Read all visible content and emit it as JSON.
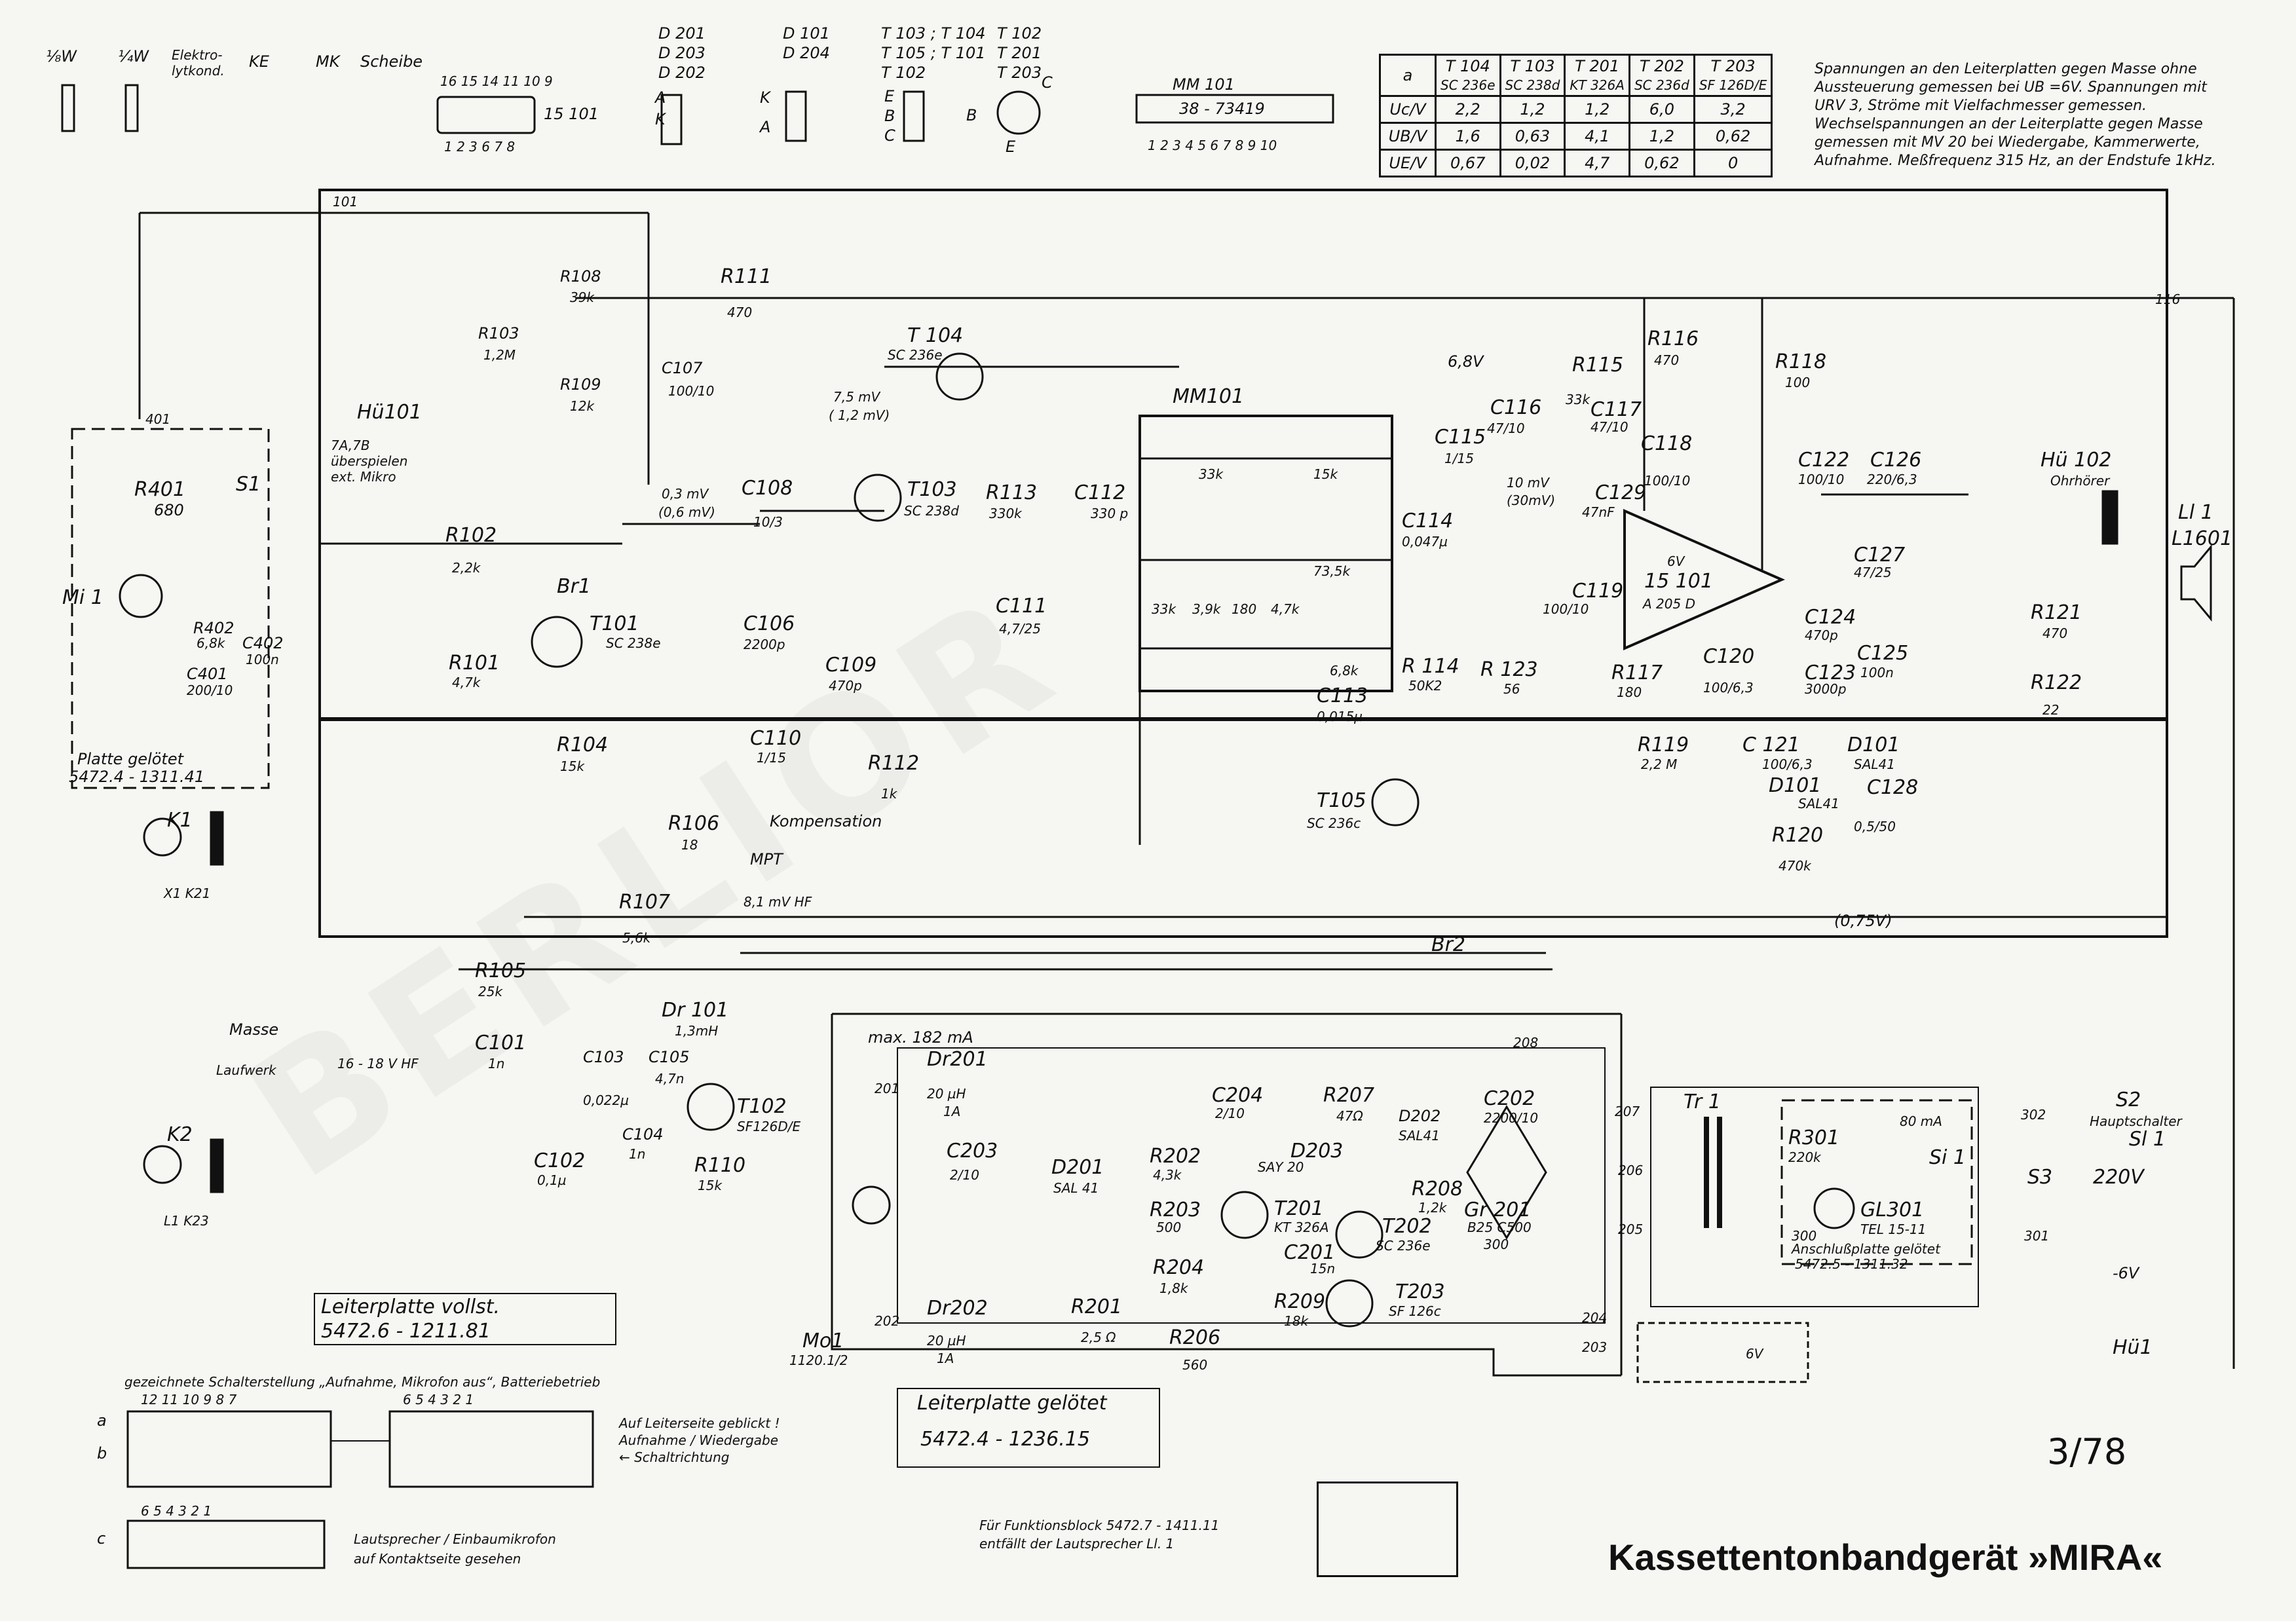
{
  "legend": {
    "w1": "⅛W",
    "w2": "¼W",
    "elko": "Elektro-\nlytkond.",
    "ke": "KE",
    "mk": "MK",
    "scheibe": "Scheibe",
    "ic_pins_top": "16 15 14  11 10 9",
    "ic_pins_bottom": "1 2 3    6 7 8",
    "ic_name": "15 101",
    "d_group1": "D 201\nD 203\nD 202",
    "d_group1_a": "A",
    "d_group1_k": "K",
    "d_group2": "D 101\nD 204",
    "d_group2_k": "K",
    "d_group2_a": "A",
    "t_group1": "T 103 ; T 104\nT 105 ; T 101\nT 102",
    "t_group1_ebc": "E\nB\nC",
    "t_group2": "T 102\nT 201\nT 203",
    "t_group2_b": "B",
    "t_group2_c": "C",
    "t_group2_e": "E",
    "mm_title": "MM 101",
    "mm_code": "38 - 73419",
    "mm_pins": "1 2 3 4 5 6 7 8 9 10"
  },
  "voltage_table": {
    "header": [
      "a",
      "T 104",
      "T 103",
      "T 201",
      "T 202",
      "T 203"
    ],
    "types": [
      "",
      "SC 236e",
      "SC 238d",
      "KT 326A",
      "SC 236d",
      "SF 126D/E"
    ],
    "rows": [
      [
        "Uc/V",
        "2,2",
        "1,2",
        "1,2",
        "6,0",
        "3,2"
      ],
      [
        "UB/V",
        "1,6",
        "0,63",
        "4,1",
        "1,2",
        "0,62"
      ],
      [
        "UE/V",
        "0,67",
        "0,02",
        "4,7",
        "0,62",
        "0"
      ]
    ]
  },
  "measure_note": "Spannungen an den Leiterplatten gegen Masse ohne Aussteuerung gemessen bei UB =6V. Spannungen mit URV 3, Ströme mit Vielfachmesser gemessen. Wechselspannungen an der Leiterplatte gegen Masse gemessen mit MV 20 bei Wiedergabe, Kammerwerte, Aufnahme. Meßfrequenz 315 Hz, an der Endstufe 1kHz.",
  "components": {
    "r401": "R401",
    "r401_v": "680",
    "s1": "S1",
    "mi1": "Mi 1",
    "r402": "R402",
    "r402_v": "6,8k",
    "c402": "C402",
    "c402_v": "100n",
    "c401": "C401",
    "c401_v": "200/10",
    "platte1": "Platte gelötet",
    "platte1_n": "5472.4 - 1311.41",
    "k1": "K1",
    "k1_t": "X1 K21",
    "k2": "K2",
    "k2_t": "L1 K23",
    "masse": "Masse",
    "laufwerk": "Laufwerk",
    "vhf": "16 - 18 V HF",
    "hu101": "Hü101",
    "r103": "R103",
    "r103_v": "1,2M",
    "r108": "R108",
    "r108_v": "39k",
    "r109": "R109",
    "r109_v": "12k",
    "c107": "C107",
    "c107_v": "100/10",
    "r111": "R111",
    "r111_v": "470",
    "note_78": "7A,7B\nüberspielen\next. Mikro",
    "r102": "R102",
    "r102_v": "2,2k",
    "r101": "R101",
    "r101_v": "4,7k",
    "br1": "Br1",
    "t101": "T101",
    "t101_t": "SC 238e",
    "r104": "R104",
    "r104_v": "15k",
    "r106": "R106",
    "r106_v": "18",
    "kompensation": "Kompensation",
    "mpt": "MPT",
    "mpt_v": "8,1 mV HF",
    "r107": "R107",
    "r107_v": "5,6k",
    "r105": "R105",
    "r105_v": "25k",
    "c101": "C101",
    "c101_v": "1n",
    "c103": "C103",
    "c103_v": "0,022µ",
    "c105": "C105",
    "c105_v": "4,7n",
    "c104": "C104",
    "c104_v": "1n",
    "c102": "C102",
    "c102_v": "0,1µ",
    "dr101": "Dr 101",
    "dr101_v": "1,3mH",
    "t102": "T102",
    "t102_t": "SF126D/E",
    "r110": "R110",
    "r110_v": "15k",
    "pcb_full": "Leiterplatte vollst.",
    "pcb_full_n": "5472.6 - 1211.81",
    "v_03": "0,3 mV",
    "v_06": "(0,6 mV)",
    "c108": "C108",
    "c108_v": "10/3",
    "c106": "C106",
    "c106_v": "2200p",
    "c109": "C109",
    "c109_v": "470p",
    "c110": "C110",
    "c110_v": "1/15",
    "r112": "R112",
    "r112_v": "1k",
    "t104": "T 104",
    "t104_t": "SC 236e",
    "v_75": "7,5 mV",
    "v_12": "( 1,2 mV)",
    "t103": "T103",
    "t103_t": "SC 238d",
    "r113": "R113",
    "r113_v": "330k",
    "c112": "C112",
    "c112_v": "330 p",
    "c111": "C111",
    "c111_v": "4,7/25",
    "mm101": "MM101",
    "mm_r1": "33k",
    "mm_r2": "15k",
    "mm_r3": "73,5k",
    "mm_r4": "6,8k",
    "mm_r5": "33k",
    "mm_r6": "3,9k",
    "mm_r7": "180",
    "mm_r8": "4,7k",
    "c113": "C113",
    "c113_v": "0,015µ",
    "v_68": "6,8V",
    "c116": "C116",
    "c116_v": "47/10",
    "r115": "R115",
    "r115_v": "33k",
    "c117": "C117",
    "c117_v": "47/10",
    "r116": "R116",
    "r116_v": "470",
    "c115": "C115",
    "c115_v": "1/15",
    "v_10": "10 mV",
    "v_30": "(30mV)",
    "c114": "C114",
    "c114_v": "0,047µ",
    "c118_top": "C118",
    "c118_top_v": "100/10",
    "c129": "C129",
    "c129_v": "47nF",
    "r118": "R118",
    "r118_v": "100",
    "c122": "C122",
    "c122_v": "100/10",
    "c126": "C126",
    "c126_v": "220/6,3",
    "hu102": "Hü 102",
    "hu102_t": "Ohrhörer",
    "ll1": "Ll 1",
    "ll1_t": "L1601",
    "ic": "15 101",
    "ic_t": "A 205 D",
    "ic_v": "6V",
    "c119": "C119",
    "c119_v": "100/10",
    "r114": "R 114",
    "r114_v": "50K2",
    "r123": "R 123",
    "r123_v": "56",
    "r117": "R117",
    "r117_v": "180",
    "c120": "C120",
    "c120_v": "100/6,3",
    "c124": "C124",
    "c124_v": "470p",
    "c127": "C127",
    "c127_v": "47/25",
    "c123": "C123",
    "c123_v": "3000p",
    "c125": "C125",
    "c125_v": "100n",
    "r121": "R121",
    "r121_v": "470",
    "r122": "R122",
    "r122_v": "22",
    "r119": "R119",
    "r119_v": "2,2 M",
    "c121": "C 121",
    "c121_v": "100/6,3",
    "d101": "D101",
    "d101_t": "SAL41",
    "d101b": "D101",
    "d101b_t": "SAL41",
    "c128": "C128",
    "c128_v": "0,5/50",
    "t105": "T105",
    "t105_t": "SC 236c",
    "r120": "R120",
    "r120_v": "470k",
    "v_075": "(0,75V)",
    "br2": "Br2",
    "max": "max. 182 mA",
    "dr201": "Dr201",
    "dr201_v": "20 µH",
    "dr201_a": "1A",
    "dr202": "Dr202",
    "dr202_v": "20 µH",
    "dr202_a": "1A",
    "c203": "C203",
    "c203_v": "2/10",
    "c204": "C204",
    "c204_v": "2/10",
    "r207": "R207",
    "r207_v": "47Ω",
    "d201": "D201",
    "d201_t": "SAL 41",
    "d202": "D202",
    "d202_t": "SAL41",
    "c202": "C202",
    "c202_v": "2200/10",
    "r202": "R202",
    "r202_v": "4,3k",
    "d203": "D203",
    "d203_t": "SAY 20",
    "r203": "R203",
    "r203_v": "500",
    "t201": "T201",
    "t201_t": "KT 326A",
    "t202": "T202",
    "t202_t": "SC 236e",
    "r208": "R208",
    "r208_v": "1,2k",
    "c201": "C201",
    "c201_v": "15n",
    "r204": "R204",
    "r204_v": "1,8k",
    "r209": "R209",
    "r209_v": "18k",
    "t203": "T203",
    "t203_t": "SF 126c",
    "r201": "R201",
    "r201_v": "2,5 Ω",
    "r206": "R206",
    "r206_v": "560",
    "gr201": "Gr 201",
    "gr201_t": "B25 C500",
    "gr201_v": "300",
    "mo1": "Mo1",
    "mo1_t": "1120.1/2",
    "tr1": "Tr 1",
    "r301": "R301",
    "r301_v": "220k",
    "gl301": "GL301",
    "gl301_t": "TEL 15-11",
    "si1": "Si 1",
    "si1_v": "80 mA",
    "s2": "S2",
    "s2_t": "Hauptschalter",
    "s3": "S3",
    "sl1": "Sl 1",
    "v220": "220V",
    "anschluss": "Anschlußplatte gelötet",
    "anschluss_n": "5472.5 - 1311.32",
    "minus6v": "-6V",
    "hu1": "Hü1",
    "batt": "6V",
    "pcb_b": "Leiterplatte gelötet",
    "pcb_b_n": "5472.4 - 1236.15"
  },
  "nodes": {
    "n101": "101",
    "n401": "401",
    "n116": "116",
    "n208": "208",
    "n207": "207",
    "n206": "206",
    "n205": "205",
    "n204": "204",
    "n203": "203",
    "n201": "201",
    "n202": "202",
    "n302": "302",
    "n301": "301",
    "n300": "300"
  },
  "bottom": {
    "switch_note": "gezeichnete Schalterstellung „Aufnahme, Mikrofon aus“, Batteriebetrieb",
    "row_a": "a",
    "row_b": "b",
    "row_c": "c",
    "pins1": "12  11  10  9  8  7",
    "pins2": "6  5  4  3  2  1",
    "pins3": "6  5  4  3  2  1",
    "view_note": "Auf Leiterseite geblickt !\nAufnahme / Wiedergabe\n← Schaltrichtung",
    "speaker_note": "Lautsprecher / Einbaumikrofon\nauf Kontaktseite gesehen",
    "func_note": "Für Funktionsblock 5472.7 - 1411.11\nentfällt der Lautsprecher Ll. 1",
    "page_no": "3/78",
    "title": "Kassettentonbandgerät »MIRA«"
  }
}
